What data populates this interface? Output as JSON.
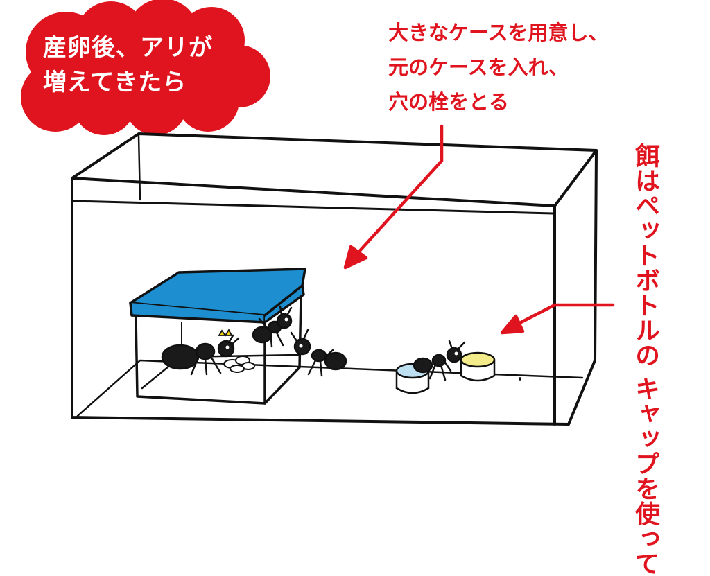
{
  "heading": {
    "line1": "産卵後、アリが",
    "line2": "増えてきたら"
  },
  "case_note": {
    "line1": "大きなケースを用意し、",
    "line2": "元のケースを入れ、",
    "line3": "穴の栓をとる"
  },
  "food_note": {
    "col1": "餌はペットボトルの",
    "col2": "キャップを使って"
  },
  "colors": {
    "accent_red": "#e0141e",
    "lid_blue": "#1d8fd0",
    "ink": "#111111",
    "water": "#bfe0f0",
    "honey": "#f4ec8a"
  }
}
